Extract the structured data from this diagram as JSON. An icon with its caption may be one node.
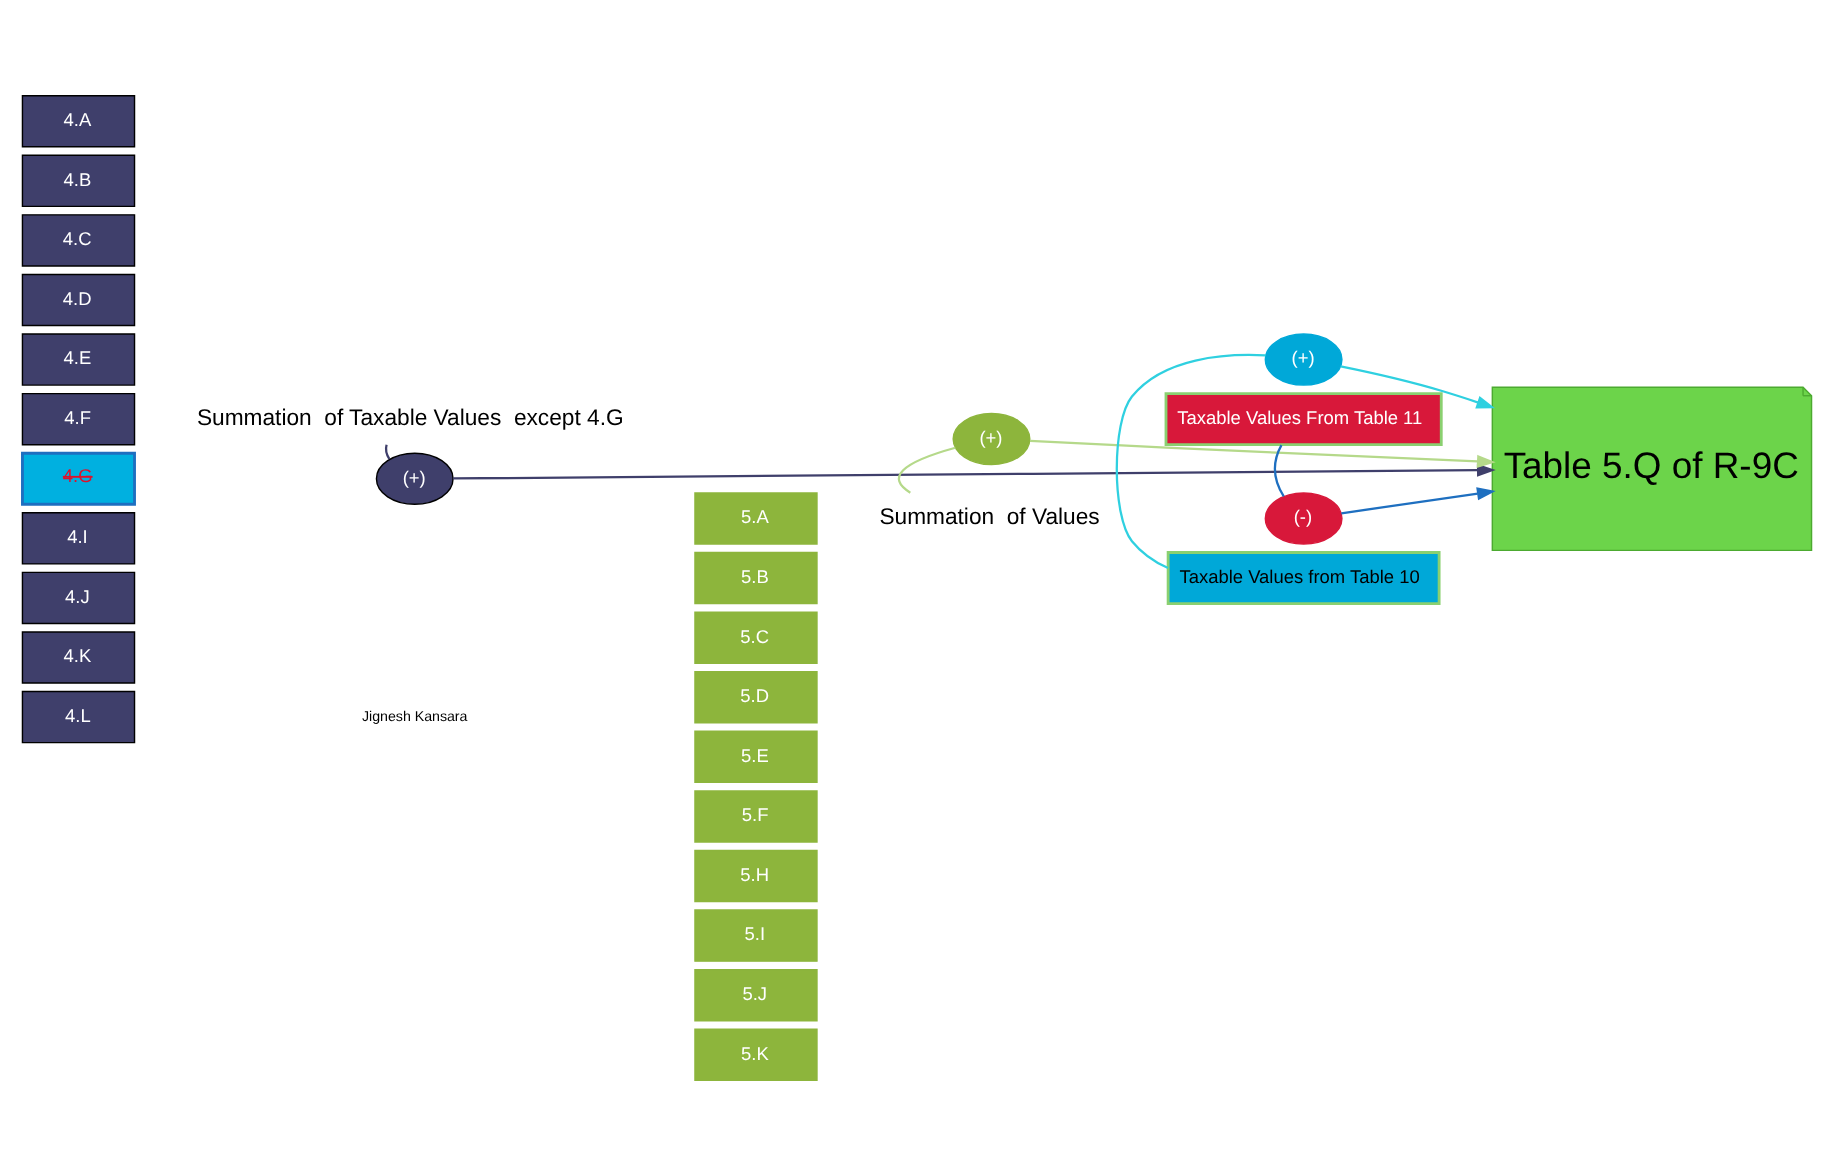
{
  "diagram": {
    "nodes": [
      {
        "text": [
          "4.A"
        ]
      },
      {
        "text": [
          "4.B"
        ]
      },
      {
        "text": [
          "4.C"
        ]
      },
      {
        "text": [
          "4.D"
        ]
      },
      {
        "text": [
          "4.E"
        ]
      },
      {
        "text": [
          "4.F"
        ]
      },
      {
        "text": [
          "4.G"
        ]
      },
      {
        "text": [
          "4.I"
        ]
      },
      {
        "text": [
          "4.J"
        ]
      },
      {
        "text": [
          "4.K"
        ]
      },
      {
        "text": [
          "4.L"
        ]
      },
      {
        "text": [
          "Summation  of Taxable Values  except 4.G"
        ]
      },
      {
        "text": [
          "(+)"
        ]
      },
      {
        "text": [
          "5.A"
        ]
      },
      {
        "text": [
          "5.B"
        ]
      },
      {
        "text": [
          "5.C"
        ]
      },
      {
        "text": [
          "5.D"
        ]
      },
      {
        "text": [
          "5.E"
        ]
      },
      {
        "text": [
          "5.F"
        ]
      },
      {
        "text": [
          "5.H"
        ]
      },
      {
        "text": [
          "5.I"
        ]
      },
      {
        "text": [
          "5.J"
        ]
      },
      {
        "text": [
          "5.K"
        ]
      },
      {
        "text": [
          "Summation  of Values"
        ]
      },
      {
        "text": [
          "(+)"
        ]
      },
      {
        "text": [
          "Taxable Values from Table 10"
        ]
      },
      {
        "text": [
          "(+)"
        ]
      },
      {
        "text": [
          "Taxable Values From Table 11"
        ]
      },
      {
        "text": [
          "(-)"
        ]
      },
      {
        "text": [
          "Table 5.Q of R-9C"
        ]
      }
    ],
    "edges": [
      {
        "from": 11,
        "to": 12,
        "arrow": "none",
        "color": "#3f3f6b"
      },
      {
        "from": 12,
        "to": 29,
        "arrow": "to",
        "color": "#3f3f6b"
      },
      {
        "from": 23,
        "to": 24,
        "arrow": "none",
        "color": "#b5d98a"
      },
      {
        "from": 24,
        "to": 29,
        "arrow": "to",
        "color": "#b5d98a"
      },
      {
        "from": 25,
        "to": 26,
        "arrow": "none",
        "color": "#2fd0e0"
      },
      {
        "from": 26,
        "to": 29,
        "arrow": "to",
        "color": "#2fd0e0"
      },
      {
        "from": 27,
        "to": 28,
        "arrow": "none",
        "color": "#1e6fc0"
      },
      {
        "from": 28,
        "to": 29,
        "arrow": "to",
        "color": "#1e6fc0"
      }
    ],
    "labels": [
      "Jignesh Kansara"
    ]
  }
}
